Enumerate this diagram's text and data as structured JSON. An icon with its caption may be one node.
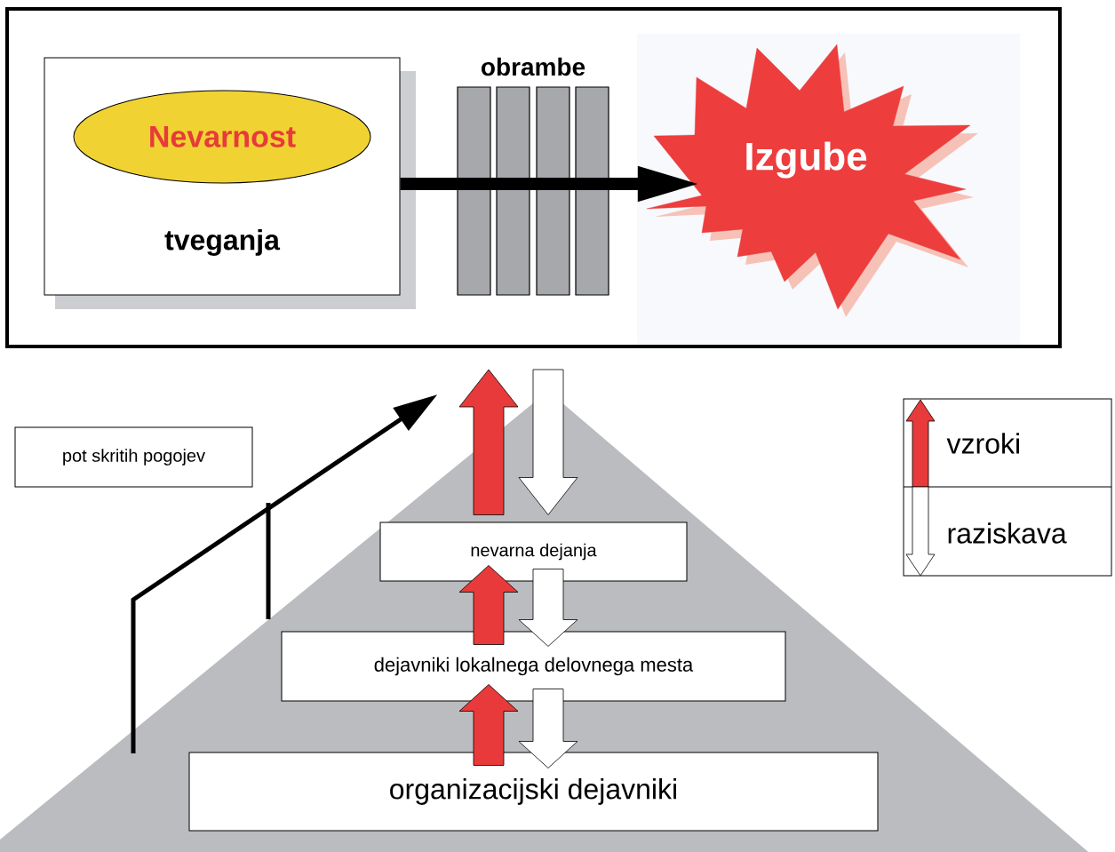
{
  "diagram": {
    "nodes": [
      {
        "text": [],
        "shape": "box"
      },
      {
        "text": [
          "tveganja"
        ],
        "in": 0
      },
      {
        "text": [
          "Nevarnost"
        ],
        "in": 1
      },
      {
        "text": [
          "Izgube"
        ],
        "in": 0
      },
      {
        "text": [
          "pot skritih pogojev"
        ]
      },
      {
        "text": [
          "nevarna dejanja"
        ]
      },
      {
        "text": [
          "dejavniki lokalnega delovnega mesta"
        ]
      },
      {
        "text": [
          "organizacijski dejavniki"
        ]
      }
    ],
    "edges": [
      {
        "from": 1,
        "to": 3,
        "arrow": "to",
        "style": "thick"
      },
      {
        "from": null,
        "to": 0,
        "arrow": "to"
      },
      {
        "from": 7,
        "to": 6,
        "arrow": "to",
        "color": "#e83a3a"
      },
      {
        "from": 6,
        "to": 5,
        "arrow": "to",
        "color": "#e83a3a"
      },
      {
        "from": 5,
        "to": 0,
        "arrow": "to",
        "color": "#e83a3a"
      },
      {
        "from": 0,
        "to": 5,
        "arrow": "to",
        "color": "#ffffff"
      },
      {
        "from": 5,
        "to": 6,
        "arrow": "to",
        "color": "#ffffff"
      },
      {
        "from": 6,
        "to": 7,
        "arrow": "to",
        "color": "#ffffff"
      }
    ],
    "labels": [
      "obrambe"
    ],
    "legend": [
      {
        "text": "vzroki"
      },
      {
        "text": "raziskava"
      }
    ]
  }
}
